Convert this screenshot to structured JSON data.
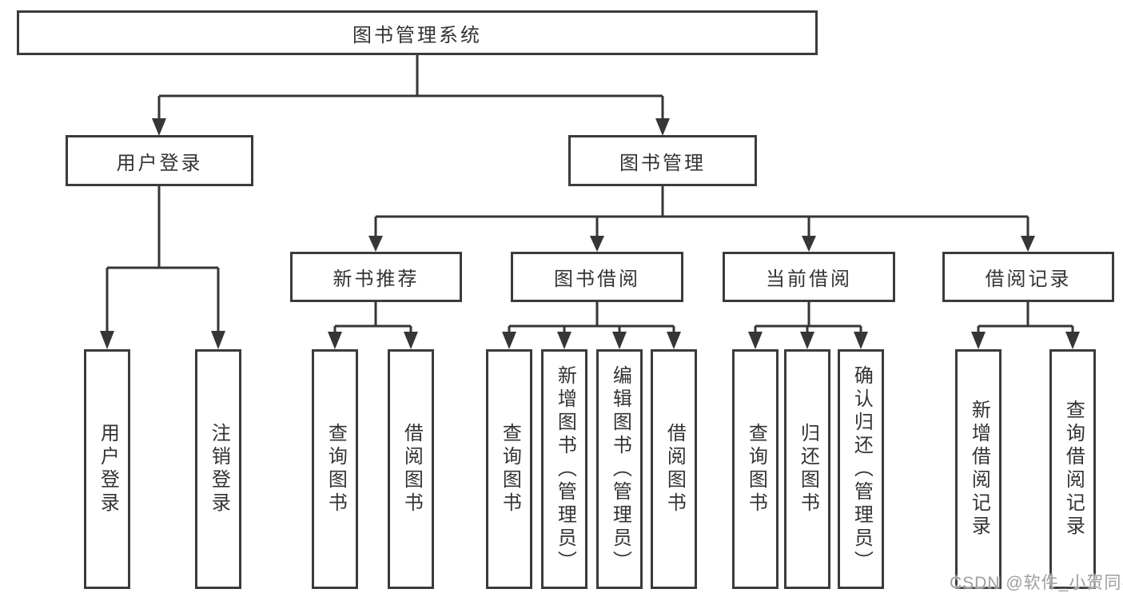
{
  "colors": {
    "background": "#ffffff",
    "box_border": "#3b3b3b",
    "connector_line": "#363636",
    "label_text": "#333333",
    "watermark_text": "#9e9e9e"
  },
  "tree": {
    "label": "图书管理系统",
    "children": [
      {
        "label": "用户登录",
        "children": [
          {
            "label": "用户登录"
          },
          {
            "label": "注销登录"
          }
        ]
      },
      {
        "label": "图书管理",
        "children": [
          {
            "label": "新书推荐",
            "children": [
              {
                "label": "查询图书"
              },
              {
                "label": "借阅图书"
              }
            ]
          },
          {
            "label": "图书借阅",
            "children": [
              {
                "label": "查询图书"
              },
              {
                "label": "新增图书（管理员）"
              },
              {
                "label": "编辑图书（管理员）"
              },
              {
                "label": "借阅图书"
              }
            ]
          },
          {
            "label": "当前借阅",
            "children": [
              {
                "label": "查询图书"
              },
              {
                "label": "归还图书"
              },
              {
                "label": "确认归还（管理员）"
              }
            ]
          },
          {
            "label": "借阅记录",
            "children": [
              {
                "label": "新增借阅记录"
              },
              {
                "label": "查询借阅记录"
              }
            ]
          }
        ]
      }
    ]
  },
  "watermark": {
    "text": "CSDN @软件_小贺同学"
  }
}
